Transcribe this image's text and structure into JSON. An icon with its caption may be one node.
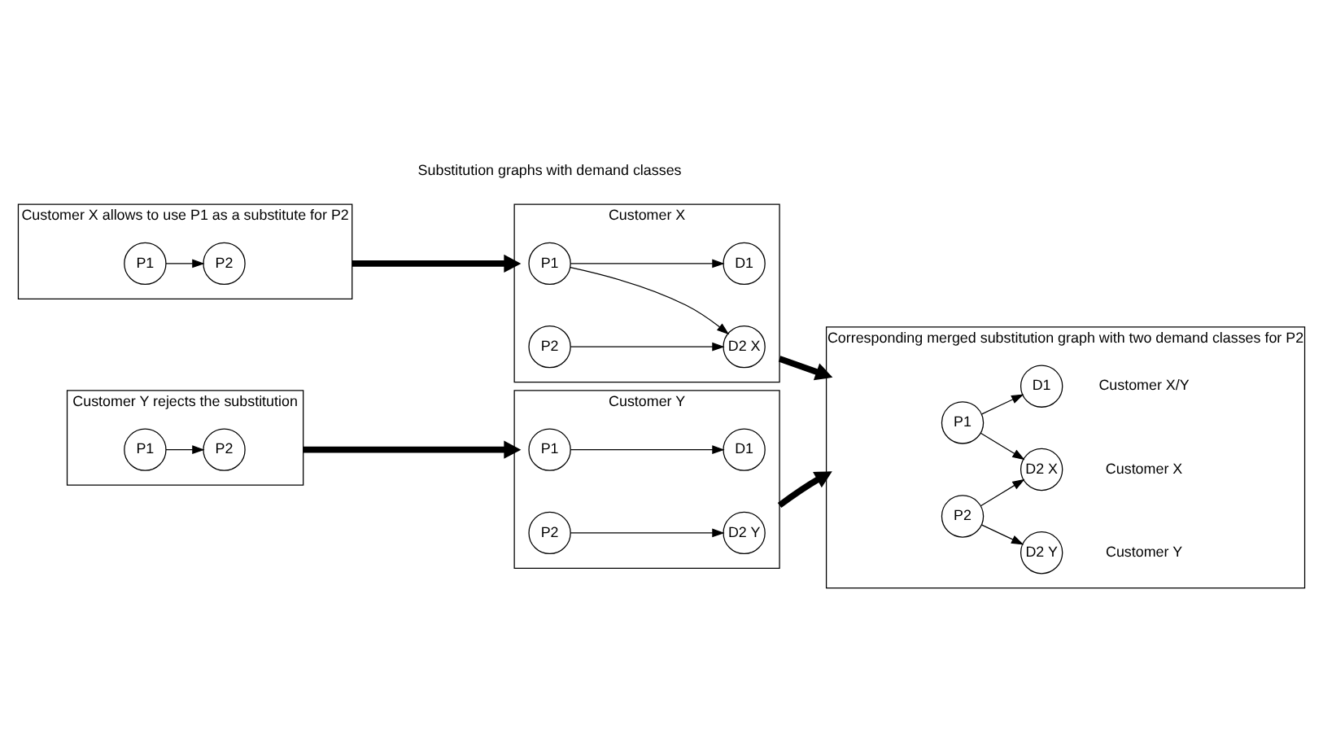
{
  "diagram": {
    "nodes": [
      {
        "text": [
          "Customer X allows to use P1 as a substitute for P2"
        ]
      },
      {
        "text": [
          "P1"
        ],
        "in": 0
      },
      {
        "text": [
          "P2"
        ],
        "in": 0
      },
      {
        "text": [
          "Customer Y rejects the substitution"
        ]
      },
      {
        "text": [
          "P1"
        ],
        "in": 3
      },
      {
        "text": [
          "P2"
        ],
        "in": 3
      },
      {
        "text": [
          "Customer X"
        ]
      },
      {
        "text": [
          "P1"
        ],
        "in": 6
      },
      {
        "text": [
          "D1"
        ],
        "in": 6
      },
      {
        "text": [
          "P2"
        ],
        "in": 6
      },
      {
        "text": [
          "D2 X"
        ],
        "in": 6
      },
      {
        "text": [
          "Customer Y"
        ]
      },
      {
        "text": [
          "P1"
        ],
        "in": 11
      },
      {
        "text": [
          "D1"
        ],
        "in": 11
      },
      {
        "text": [
          "P2"
        ],
        "in": 11
      },
      {
        "text": [
          "D2 Y"
        ],
        "in": 11
      },
      {
        "text": [
          "Corresponding merged substitution graph with two demand classes for P2"
        ]
      },
      {
        "text": [
          "P1"
        ],
        "in": 16
      },
      {
        "text": [
          "P2"
        ],
        "in": 16
      },
      {
        "text": [
          "D1"
        ],
        "in": 16,
        "beside": [
          "Customer X/Y"
        ]
      },
      {
        "text": [
          "D2 X"
        ],
        "in": 16,
        "beside": [
          "Customer X"
        ]
      },
      {
        "text": [
          "D2 Y"
        ],
        "in": 16,
        "beside": [
          "Customer Y"
        ]
      }
    ],
    "edges": [
      {
        "from": 1,
        "to": 2,
        "arrow": "to"
      },
      {
        "from": 4,
        "to": 5,
        "arrow": "to"
      },
      {
        "from": 7,
        "to": 8,
        "arrow": "to"
      },
      {
        "from": 7,
        "to": 10,
        "arrow": "to"
      },
      {
        "from": 9,
        "to": 10,
        "arrow": "to"
      },
      {
        "from": 12,
        "to": 13,
        "arrow": "to"
      },
      {
        "from": 14,
        "to": 15,
        "arrow": "to"
      },
      {
        "from": 17,
        "to": 19,
        "arrow": "to"
      },
      {
        "from": 17,
        "to": 20,
        "arrow": "to"
      },
      {
        "from": 18,
        "to": 20,
        "arrow": "to"
      },
      {
        "from": 18,
        "to": 21,
        "arrow": "to"
      },
      {
        "from": 0,
        "to": 6,
        "arrow": "to",
        "style": "thick"
      },
      {
        "from": 3,
        "to": 11,
        "arrow": "to",
        "style": "thick"
      },
      {
        "from": 6,
        "to": 16,
        "arrow": "to",
        "style": "thick"
      },
      {
        "from": 11,
        "to": 16,
        "arrow": "to",
        "style": "thick"
      }
    ],
    "labels": [
      "Substitution graphs with demand classes"
    ]
  }
}
